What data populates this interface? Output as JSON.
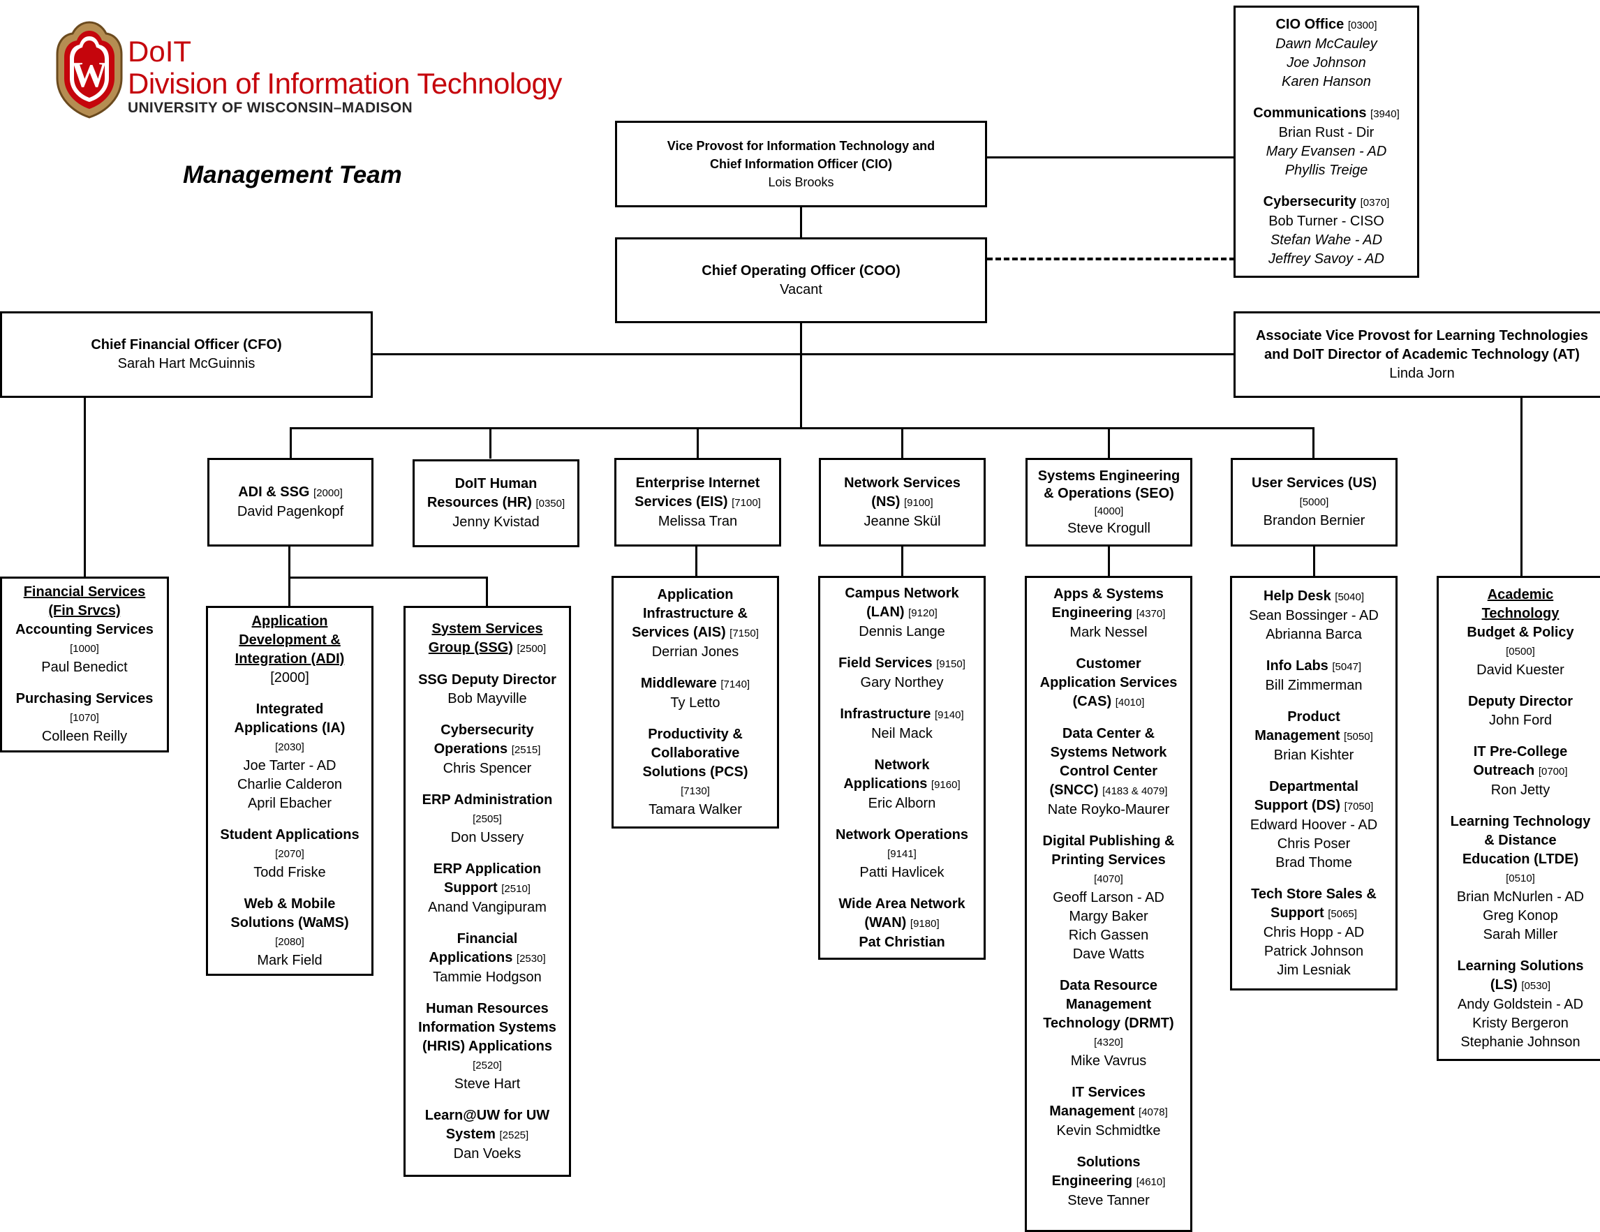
{
  "brand": {
    "name": "DoIT",
    "division": "Division of Information Technology",
    "university": "UNIVERSITY OF WISCONSIN–MADISON",
    "crest_letter": "W",
    "color": "#c5050c"
  },
  "page_title": "Management Team",
  "vp": {
    "title1": "Vice Provost for Information Technology and",
    "title2": "Chief Information Officer (CIO)",
    "person": "Lois Brooks"
  },
  "coo": {
    "title": "Chief Operating Officer (COO)",
    "person": "Vacant"
  },
  "cfo": {
    "title": "Chief Financial Officer (CFO)",
    "person": "Sarah Hart McGuinnis"
  },
  "avp": {
    "title1": "Associate Vice Provost for Learning Technologies",
    "title2": "and DoIT Director of Academic Technology (AT)",
    "person": "Linda Jorn"
  },
  "cio_office": {
    "s1": {
      "title": "CIO Office",
      "code": "[0300]",
      "p1": "Dawn McCauley",
      "p2": "Joe Johnson",
      "p3": "Karen Hanson"
    },
    "s2": {
      "title": "Communications",
      "code": "[3940]",
      "p1": "Brian Rust - Dir",
      "p2": "Mary Evansen - AD",
      "p3": "Phyllis Treige"
    },
    "s3": {
      "title": "Cybersecurity",
      "code": "[0370]",
      "p1": "Bob Turner - CISO",
      "p2": "Stefan Wahe - AD",
      "p3": "Jeffrey Savoy - AD"
    }
  },
  "units": {
    "adi_ssg": {
      "t1": "ADI & SSG",
      "code": "[2000]",
      "person": "David Pagenkopf"
    },
    "hr": {
      "t1": "DoIT Human",
      "t2": "Resources (HR)",
      "code": "[0350]",
      "person": "Jenny Kvistad"
    },
    "eis": {
      "t1": "Enterprise Internet",
      "t2": "Services (EIS)",
      "code": "[7100]",
      "person": "Melissa Tran"
    },
    "ns": {
      "t1": "Network Services",
      "t2": "(NS)",
      "code": "[9100]",
      "person": "Jeanne Skül"
    },
    "seo": {
      "t1": "Systems Engineering",
      "t2": "& Operations (SEO)",
      "code": "[4000]",
      "person": "Steve Krogull"
    },
    "us": {
      "t1": "User Services (US)",
      "code": "[5000]",
      "person": "Brandon Bernier"
    }
  },
  "fin": {
    "h1": "Financial Services",
    "h2": "(Fin Srvcs)",
    "s1": {
      "t1": "Accounting Services",
      "code": "[1000]",
      "p1": "Paul Benedict"
    },
    "s2": {
      "t1": "Purchasing Services",
      "code": "[1070]",
      "p1": "Colleen Reilly"
    }
  },
  "adi": {
    "h1": "Application",
    "h2": "Development &",
    "h3": "Integration (ADI)",
    "hcode": "[2000]",
    "s1": {
      "t1": "Integrated",
      "t2": "Applications (IA)",
      "code": "[2030]",
      "p1": "Joe Tarter - AD",
      "p2": "Charlie Calderon",
      "p3": "April Ebacher"
    },
    "s2": {
      "t1": "Student Applications",
      "code": "[2070]",
      "p1": "Todd Friske"
    },
    "s3": {
      "t1": "Web & Mobile",
      "t2": "Solutions (WaMS)",
      "code": "[2080]",
      "p1": "Mark Field"
    }
  },
  "ssg": {
    "h1": "System Services",
    "h2": "Group (SSG)",
    "hcode": "[2500]",
    "s1": {
      "t1": "SSG Deputy Director",
      "p1": "Bob Mayville"
    },
    "s2": {
      "t1": "Cybersecurity",
      "t2": "Operations",
      "code": "[2515]",
      "p1": "Chris Spencer"
    },
    "s3": {
      "t1": "ERP Administration",
      "code": "[2505]",
      "p1": "Don Ussery"
    },
    "s4": {
      "t1": "ERP Application",
      "t2": "Support",
      "code": "[2510]",
      "p1": "Anand Vangipuram"
    },
    "s5": {
      "t1": "Financial",
      "t2": "Applications",
      "code": "[2530]",
      "p1": "Tammie Hodgson"
    },
    "s6": {
      "t1": "Human Resources",
      "t2": "Information Systems",
      "t3": "(HRIS) Applications",
      "code": "[2520]",
      "p1": "Steve Hart"
    },
    "s7": {
      "t1": "Learn@UW for UW",
      "t2": "System",
      "code": "[2525]",
      "p1": "Dan Voeks"
    }
  },
  "eis_sub": {
    "s1": {
      "t1": "Application",
      "t2": "Infrastructure &",
      "t3": "Services (AIS)",
      "code": "[7150]",
      "p1": "Derrian Jones"
    },
    "s2": {
      "t1": "Middleware",
      "code": "[7140]",
      "p1": "Ty Letto"
    },
    "s3": {
      "t1": "Productivity &",
      "t2": "Collaborative",
      "t3": "Solutions  (PCS)",
      "code": "[7130]",
      "p1": "Tamara Walker"
    }
  },
  "ns_sub": {
    "s1": {
      "t1": "Campus Network",
      "t2": "(LAN)",
      "code": "[9120]",
      "p1": "Dennis Lange"
    },
    "s2": {
      "t1": "Field Services",
      "code": "[9150]",
      "p1": "Gary Northey"
    },
    "s3": {
      "t1": "Infrastructure",
      "code": "[9140]",
      "p1": "Neil Mack"
    },
    "s4": {
      "t1": "Network",
      "t2": "Applications",
      "code": "[9160]",
      "p1": "Eric Alborn"
    },
    "s5": {
      "t1": "Network Operations",
      "code": "[9141]",
      "p1": "Patti Havlicek"
    },
    "s6": {
      "t1": "Wide Area Network",
      "t2": "(WAN)",
      "code": "[9180]",
      "p1": "Pat Christian"
    }
  },
  "seo_sub": {
    "s1": {
      "t1": "Apps & Systems",
      "t2": "Engineering",
      "code": "[4370]",
      "p1": "Mark Nessel"
    },
    "s2": {
      "t1": "Customer",
      "t2": "Application Services",
      "t3": "(CAS)",
      "code": "[4010]"
    },
    "s3": {
      "t1": "Data Center &",
      "t2": "Systems Network",
      "t3": "Control Center",
      "t4": "(SNCC)",
      "code": "[4183 & 4079]",
      "p1": "Nate Royko-Maurer"
    },
    "s4": {
      "t1": "Digital Publishing &",
      "t2": "Printing Services",
      "code": "[4070]",
      "p1": "Geoff Larson - AD",
      "p2": "Margy Baker",
      "p3": "Rich Gassen",
      "p4": "Dave Watts"
    },
    "s5": {
      "t1": "Data Resource",
      "t2": "Management",
      "t3": "Technology (DRMT)",
      "code": "[4320]",
      "p1": "Mike Vavrus"
    },
    "s6": {
      "t1": "IT Services",
      "t2": "Management",
      "code": "[4078]",
      "p1": "Kevin Schmidtke"
    },
    "s7": {
      "t1": "Solutions",
      "t2": "Engineering",
      "code": "[4610]",
      "p1": "Steve Tanner"
    }
  },
  "us_sub": {
    "s1": {
      "t1": "Help Desk",
      "code": "[5040]",
      "p1": "Sean Bossinger - AD",
      "p2": "Abrianna Barca"
    },
    "s2": {
      "t1": "Info Labs",
      "code": "[5047]",
      "p1": "Bill Zimmerman"
    },
    "s3": {
      "t1": "Product",
      "t2": "Management",
      "code": "[5050]",
      "p1": "Brian Kishter"
    },
    "s4": {
      "t1": "Departmental",
      "t2": "Support (DS)",
      "code": "[7050]",
      "p1": "Edward Hoover - AD",
      "p2": "Chris Poser",
      "p3": "Brad Thome"
    },
    "s5": {
      "t1": "Tech Store Sales &",
      "t2": "Support",
      "code": "[5065]",
      "p1": "Chris Hopp - AD",
      "p2": "Patrick Johnson",
      "p3": "Jim Lesniak"
    }
  },
  "at_sub": {
    "h1": "Academic",
    "h2": "Technology",
    "s1": {
      "t1": "Budget & Policy",
      "code": "[0500]",
      "p1": "David Kuester"
    },
    "s2": {
      "t1": "Deputy Director",
      "p1": "John Ford"
    },
    "s3": {
      "t1": "IT Pre-College",
      "t2": "Outreach",
      "code": "[0700]",
      "p1": "Ron Jetty"
    },
    "s4": {
      "t1": "Learning Technology",
      "t2": "& Distance",
      "t3": "Education (LTDE)",
      "code": "[0510]",
      "p1": "Brian McNurlen - AD",
      "p2": "Greg Konop",
      "p3": "Sarah Miller"
    },
    "s5": {
      "t1": "Learning Solutions",
      "t2": "(LS)",
      "code": "[0530]",
      "p1": "Andy Goldstein - AD",
      "p2": "Kristy Bergeron",
      "p3": "Stephanie Johnson"
    }
  }
}
